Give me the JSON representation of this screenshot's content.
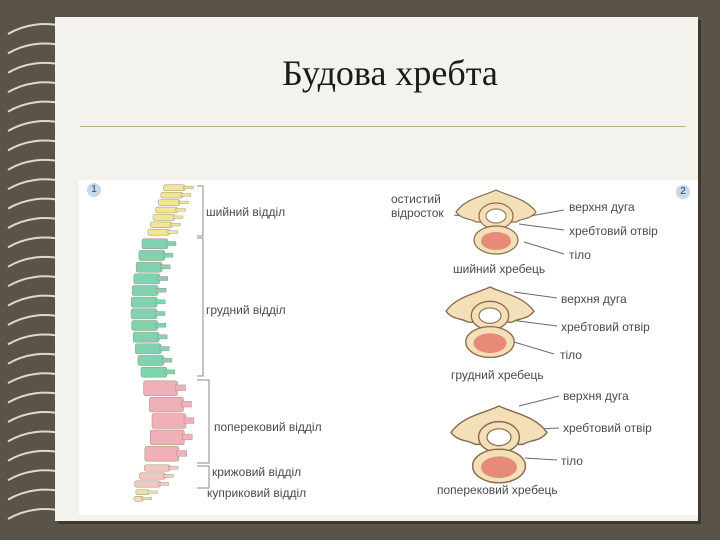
{
  "slide": {
    "title": "Будова хребта"
  },
  "figure_1": {
    "number": "1",
    "sections": [
      {
        "label": "шийний відділ",
        "color": "#f3e690"
      },
      {
        "label": "грудний відділ",
        "color": "#7fd3b0"
      },
      {
        "label": "поперековий відділ",
        "color": "#efb0b8"
      },
      {
        "label": "крижовий відділ",
        "color": "#f0c8bf"
      },
      {
        "label": "куприковий відділ",
        "color": "#efe2a8"
      }
    ]
  },
  "figure_2": {
    "number": "2",
    "callout_top": "остистий\nвідросток",
    "vertebrae": [
      {
        "caption": "шийний хребець",
        "labels": [
          "верхня дуга",
          "хребтовий отвір",
          "тіло"
        ]
      },
      {
        "caption": "грудний хребець",
        "labels": [
          "верхня дуга",
          "хребтовий отвір",
          "тіло"
        ]
      },
      {
        "caption": "поперековий хребець",
        "labels": [
          "верхня дуга",
          "хребтовий отвір",
          "тіло"
        ]
      }
    ],
    "colors": {
      "bone": "#f3e0b8",
      "body": "#e88a78",
      "outline": "#8a6a4a"
    }
  }
}
